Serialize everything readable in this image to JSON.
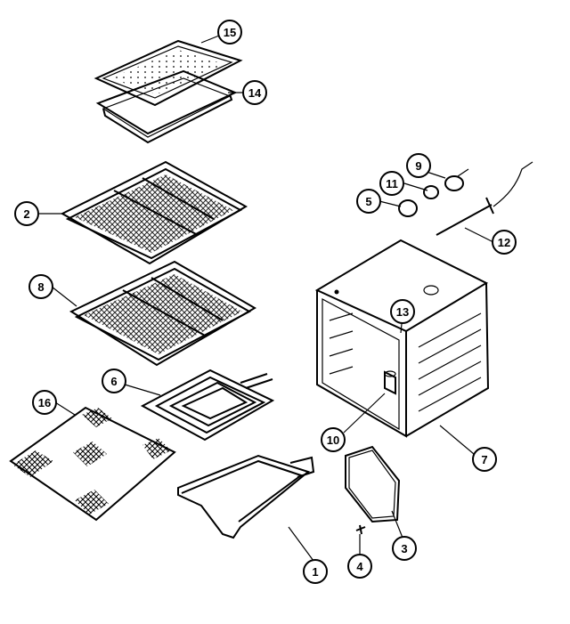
{
  "callouts": [
    {
      "id": "c15",
      "label": "15"
    },
    {
      "id": "c14",
      "label": "14"
    },
    {
      "id": "c2",
      "label": "2"
    },
    {
      "id": "c8",
      "label": "8"
    },
    {
      "id": "c6",
      "label": "6"
    },
    {
      "id": "c16",
      "label": "16"
    },
    {
      "id": "c9",
      "label": "9"
    },
    {
      "id": "c11",
      "label": "11"
    },
    {
      "id": "c5",
      "label": "5"
    },
    {
      "id": "c12",
      "label": "12"
    },
    {
      "id": "c13",
      "label": "13"
    },
    {
      "id": "c10",
      "label": "10"
    },
    {
      "id": "c7",
      "label": "7"
    },
    {
      "id": "c3",
      "label": "3"
    },
    {
      "id": "c4",
      "label": "4"
    },
    {
      "id": "c1",
      "label": "1"
    }
  ]
}
